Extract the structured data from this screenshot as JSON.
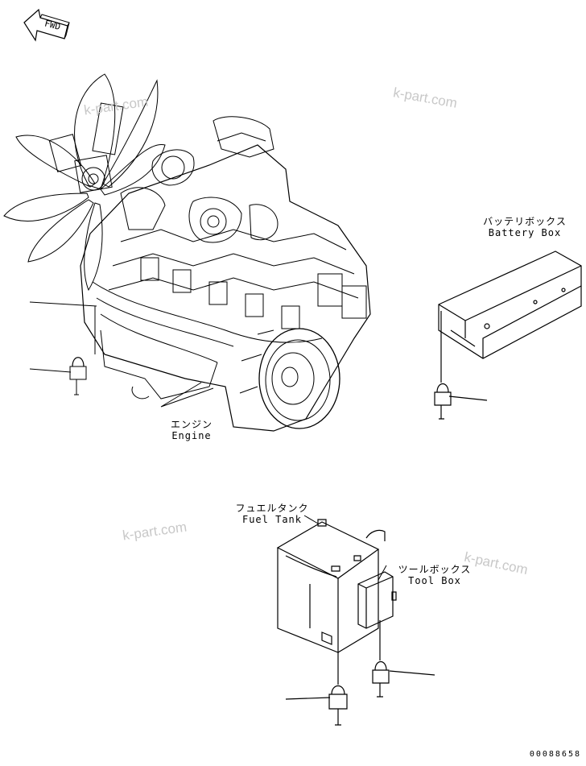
{
  "direction_marker": "FWD",
  "labels": {
    "engine_jp": "エンジン",
    "engine_en": "Engine",
    "battery_box_jp": "バッテリボックス",
    "battery_box_en": "Battery Box",
    "fuel_tank_jp": "フュエルタンク",
    "fuel_tank_en": "Fuel Tank",
    "tool_box_jp": "ツールボックス",
    "tool_box_en": "Tool Box"
  },
  "watermark": "k-part.com",
  "document_number": "00088658",
  "colors": {
    "line": "#000000",
    "watermark": "#c8c8c8",
    "background": "#ffffff"
  }
}
